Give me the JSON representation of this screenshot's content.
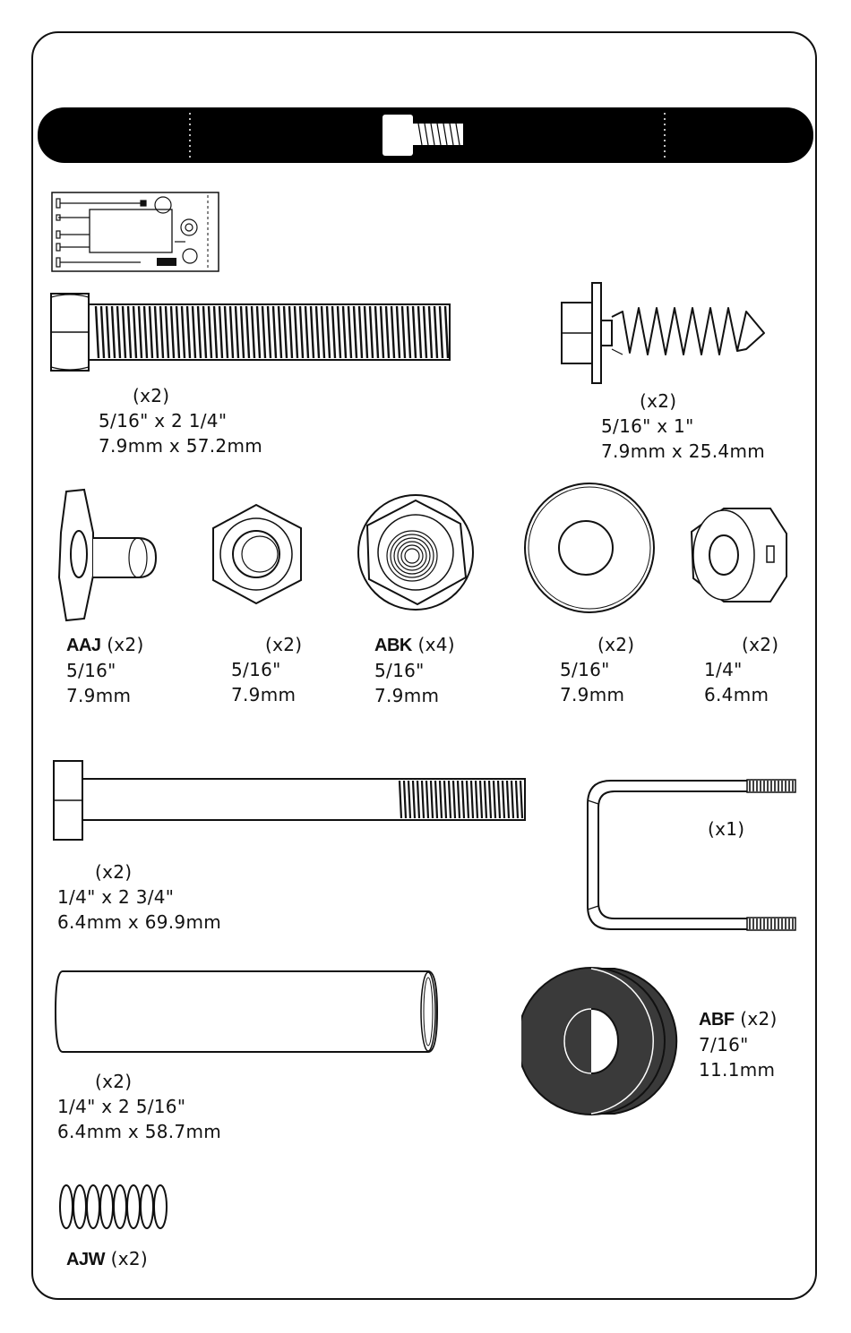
{
  "parts": {
    "hex_bolt_long": {
      "qty": "(x2)",
      "imperial": "5/16\" x 2 1/4\"",
      "metric": "7.9mm x 57.2mm"
    },
    "flange_screw": {
      "qty": "(x2)",
      "imperial": "5/16\" x 1\"",
      "metric": "7.9mm x 25.4mm"
    },
    "aaj_tee_nut": {
      "code": "AAJ",
      "qty": "(x2)",
      "imperial": "5/16\"",
      "metric": "7.9mm"
    },
    "hex_nut": {
      "qty": "(x2)",
      "imperial": "5/16\"",
      "metric": "7.9mm"
    },
    "abk_flange_nut": {
      "code": "ABK",
      "qty": "(x4)",
      "imperial": "5/16\"",
      "metric": "7.9mm"
    },
    "flat_washer": {
      "qty": "(x2)",
      "imperial": "5/16\"",
      "metric": "7.9mm"
    },
    "lock_nut": {
      "qty": "(x2)",
      "imperial": "1/4\"",
      "metric": "6.4mm"
    },
    "hex_bolt_partial": {
      "qty": "(x2)",
      "imperial": "1/4\" x 2 3/4\"",
      "metric": "6.4mm x 69.9mm"
    },
    "u_bolt": {
      "qty": "(x1)"
    },
    "spacer_tube": {
      "qty": "(x2)",
      "imperial": "1/4\" x 2 5/16\"",
      "metric": "6.4mm x 58.7mm"
    },
    "abf_bushing": {
      "code": "ABF",
      "qty": "(x2)",
      "imperial": "7/16\"",
      "metric": "11.1mm"
    },
    "ajw_spring": {
      "code": "AJW",
      "qty": "(x2)"
    }
  },
  "icons": [
    "bolt-icon",
    "hardware-pack-thumbnail"
  ],
  "colors": {
    "banner": "#000000",
    "line": "#111111",
    "bushing_fill": "#3a3a3a"
  }
}
